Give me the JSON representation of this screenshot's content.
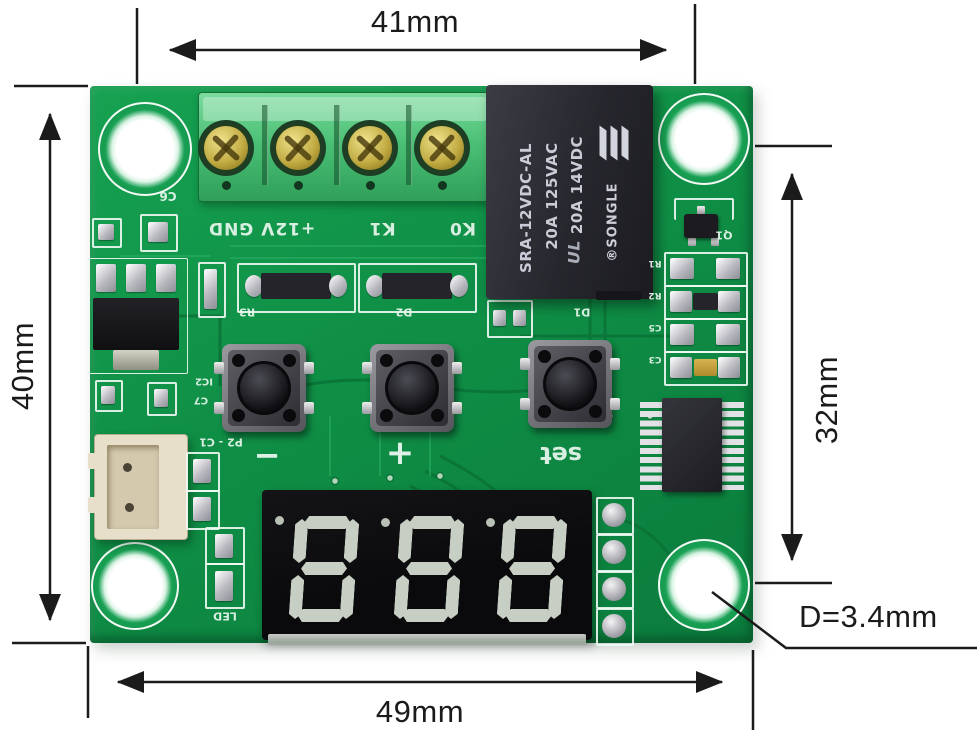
{
  "annotations": {
    "top_width": "41mm",
    "left_height": "40mm",
    "right_height": "32mm",
    "bottom_width": "49mm",
    "hole_diameter": "D=3.4mm"
  },
  "board": {
    "terminal_labels": [
      "K0",
      "K1",
      "+12V GND"
    ],
    "relay": {
      "line1": "20A 14VDC",
      "line2": "20A 125VAC",
      "line3": "SRA-12VDC-AL",
      "brand_mark": "®",
      "brand": "SONGLE",
      "ul": "UL"
    },
    "silkscreen": {
      "c6": "C6",
      "r3": "R3",
      "d2": "D2",
      "d1": "D1",
      "ic2": "IC2",
      "c7": "C7",
      "p2c1": "P2 - C1",
      "led": "LED",
      "q1": "Q1",
      "r1": "R1",
      "r2": "R2",
      "c5": "C5",
      "c3": "C3",
      "minus": "−",
      "plus": "+",
      "set": "set"
    },
    "display": {
      "digit_count": 3,
      "segments": "unlit"
    }
  },
  "colors": {
    "pcb_green": "#0F9148",
    "terminal_green": "#4FC27B",
    "relay_black": "#2A2A31",
    "screw_brass": "#C3AD45",
    "segment_off": "#C7CEC3",
    "silkscreen_white": "#E9F6EE",
    "hole_white": "#FFFFFF",
    "annotation_black": "#1B1B1B"
  }
}
